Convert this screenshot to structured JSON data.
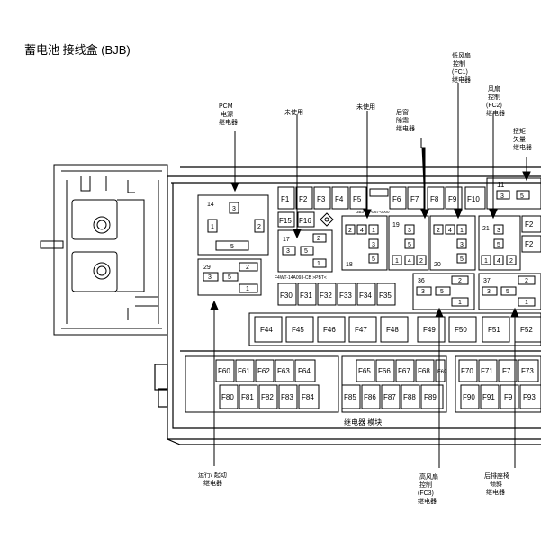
{
  "title": "蓄电池 接线盒 (BJB)",
  "callouts": {
    "pcm": [
      "PCM",
      "电源",
      "继电器"
    ],
    "unused_left": [
      "未使用"
    ],
    "unused_mid": [
      "未使用"
    ],
    "rear_defrost": [
      "后窗",
      "除霜",
      "继电器"
    ],
    "fan_fc1": [
      "低风扇",
      "控制",
      "(FC1)",
      "继电器"
    ],
    "fan_fc2": [
      "风扇",
      "控制",
      "(FC2)",
      "继电器"
    ],
    "torque": [
      "扭矩",
      "矢量",
      "继电器"
    ],
    "run_start": [
      "运行/ 起动",
      "继电器"
    ],
    "fan_fc3": [
      "高风扇",
      "控制",
      "(FC3)",
      "继电器"
    ],
    "rear_seat": [
      "后排座椅",
      "倾斜",
      "继电器"
    ]
  },
  "module_label": "继电器 模块",
  "fuse_row1": [
    "F1",
    "F2",
    "F3",
    "F4",
    "F5",
    "F6",
    "F7",
    "F8",
    "F9",
    "F10",
    "11"
  ],
  "fuse_f15": "F15",
  "fuse_f16": "F16",
  "fuse_row_mid": [
    "F30",
    "F31",
    "F32",
    "F33",
    "F34",
    "F35"
  ],
  "fuse_row_large": [
    "F44",
    "F45",
    "F46",
    "F47",
    "F48",
    "F49",
    "F50",
    "F51",
    "F52"
  ],
  "fuse_lower_a": [
    "F60",
    "F61",
    "F62",
    "F63",
    "F64",
    "F65",
    "F66",
    "F67",
    "F68",
    "F69",
    "F70",
    "F71",
    "F7",
    "F73"
  ],
  "fuse_lower_b": [
    "F80",
    "F81",
    "F82",
    "F83",
    "F84",
    "F85",
    "F86",
    "F87",
    "F88",
    "F89",
    "F90",
    "F91",
    "F9",
    "F93"
  ],
  "fuse_f22": [
    "F2",
    "F2"
  ],
  "relays": {
    "r14": {
      "id": "14",
      "pins": [
        "3",
        "1",
        "2",
        "5"
      ]
    },
    "r17": {
      "id": "17",
      "pins": [
        "2",
        "3",
        "5",
        "1"
      ]
    },
    "r18": {
      "id": "18",
      "pins": [
        "2",
        "4",
        "1",
        "3",
        "5"
      ]
    },
    "r19": {
      "id": "19",
      "pins": [
        "3",
        "5",
        "1",
        "4",
        "2"
      ]
    },
    "r20": {
      "id": "20",
      "pins": [
        "2",
        "4",
        "1",
        "3",
        "5"
      ]
    },
    "r21": {
      "id": "21",
      "pins": [
        "3",
        "5",
        "1",
        "4",
        "2"
      ]
    },
    "r29": {
      "id": "29",
      "pins": [
        "2",
        "3",
        "5",
        "1"
      ]
    },
    "r36": {
      "id": "36",
      "pins": [
        "2",
        "3",
        "5",
        "1"
      ]
    },
    "r37": {
      "id": "37",
      "pins": [
        "2",
        "3",
        "5",
        "1"
      ]
    },
    "r11": {
      "pins": [
        "3",
        "5"
      ]
    }
  },
  "strip_top": "3B3-14A067-0000",
  "strip_mid": "F4WT-14A093-CB  >PBT<"
}
